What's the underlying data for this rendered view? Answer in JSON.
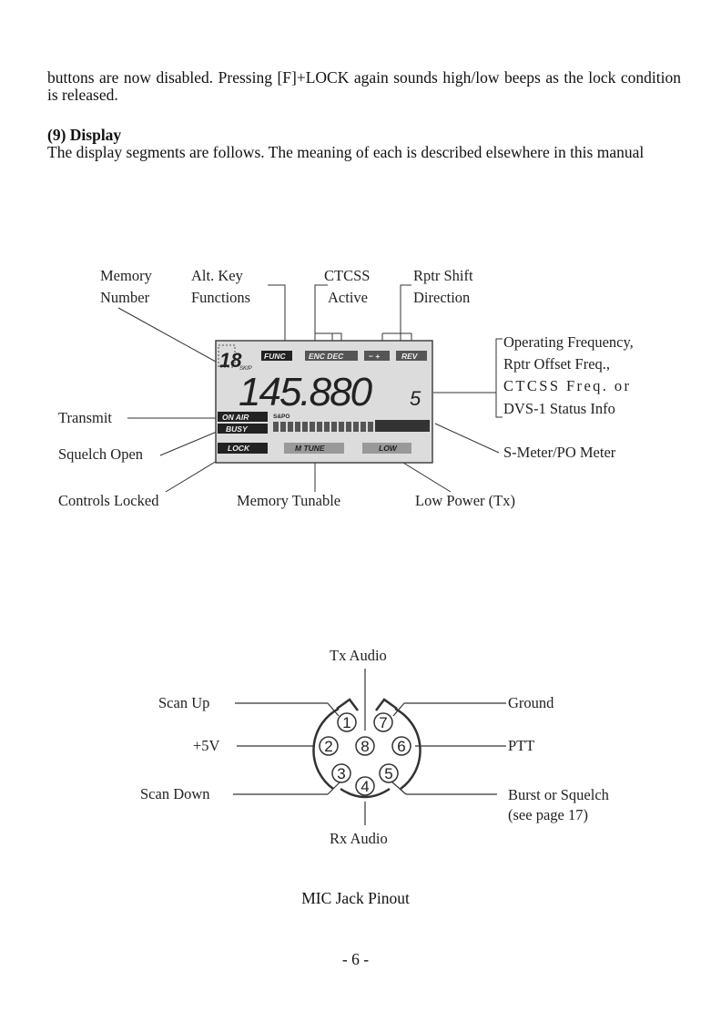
{
  "intro_text": "buttons are now disabled. Pressing [F]+LOCK again sounds high/low beeps as the lock condition is released.",
  "section": {
    "heading": "(9) Display",
    "body": "The display segments are follows. The meaning of each is described elsewhere in this manual"
  },
  "display_diagram": {
    "labels": {
      "memory_number_1": "Memory",
      "memory_number_2": "Number",
      "alt_key_1": "Alt. Key",
      "alt_key_2": "Functions",
      "ctcss_1": "CTCSS",
      "ctcss_2": "Active",
      "rptr_shift_1": "Rptr Shift",
      "rptr_shift_2": "Direction",
      "op_freq_1": "Operating Frequency,",
      "op_freq_2": "Rptr Offset Freq.,",
      "op_freq_3": "CTCSS Freq. or",
      "op_freq_4": "DVS-1 Status Info",
      "transmit": "Transmit",
      "squelch_open": "Squelch Open",
      "s_meter": "S-Meter/PO Meter",
      "controls_locked": "Controls Locked",
      "memory_tunable": "Memory Tunable",
      "low_power": "Low Power (Tx)"
    },
    "lcd": {
      "memory_channel": "18",
      "skip": "SKIP",
      "func": "FUNC",
      "enc_dec": "ENC DEC",
      "shift_signs": "− +",
      "rev": "REV",
      "frequency": "145.880",
      "freq_suffix": "5",
      "on_air": "ON AIR",
      "busy": "BUSY",
      "meter_label": "S&PO",
      "lock": "LOCK",
      "m_tune": "M TUNE",
      "low": "LOW"
    }
  },
  "mic_diagram": {
    "labels": {
      "tx_audio": "Tx Audio",
      "rx_audio": "Rx Audio",
      "scan_up": "Scan Up",
      "plus_5v": "+5V",
      "scan_down": "Scan Down",
      "ground": "Ground",
      "ptt": "PTT",
      "burst_1": "Burst or Squelch",
      "burst_2": "(see page 17)"
    },
    "pins": [
      "1",
      "2",
      "3",
      "4",
      "5",
      "6",
      "7",
      "8"
    ],
    "caption": "MIC Jack Pinout"
  },
  "page_number": "- 6 -"
}
